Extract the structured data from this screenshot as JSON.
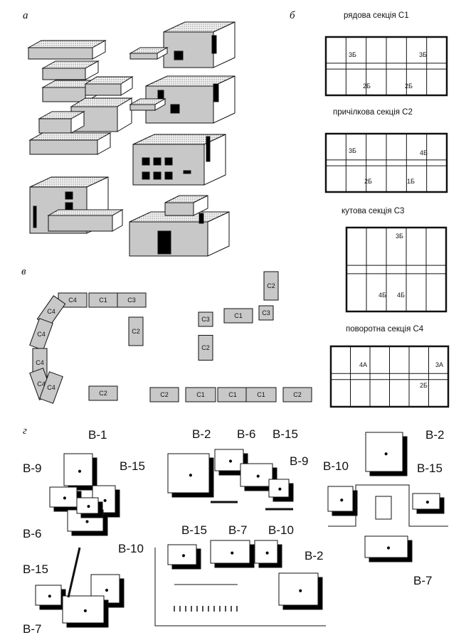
{
  "panels": {
    "a": {
      "letter": "а"
    },
    "b": {
      "letter": "б",
      "c1_caption": "рядова секція С1",
      "c2_caption": "причілкова секція С2",
      "c3_caption": "кутова секція С3",
      "c4_caption": "поворотна секція С4",
      "room_labels": {
        "c1": [
          "3Б",
          "3Б",
          "2Б",
          "2Б"
        ],
        "c2": [
          "3Б",
          "4Б",
          "2Б",
          "1Б"
        ],
        "c3": [
          "3Б",
          "4Б",
          "4Б"
        ],
        "c4": [
          "4А",
          "3А",
          "2Б"
        ]
      }
    },
    "v": {
      "letter": "в",
      "ring_sections": [
        "C4",
        "C1",
        "C3",
        "C2",
        "C4",
        "C4",
        "C4",
        "C4",
        "C4",
        "C2"
      ],
      "corner_sections": [
        "C2",
        "C3",
        "C1",
        "C3",
        "C2"
      ],
      "row_sections": [
        "C2",
        "C1",
        "C1",
        "C1",
        "C2"
      ]
    },
    "g": {
      "letter": "г",
      "group1": [
        "В-1",
        "В-9",
        "В-15",
        "В-6"
      ],
      "group2": [
        "В-2",
        "В-6",
        "В-15",
        "В-9"
      ],
      "group3": [
        "В-2",
        "В-10",
        "В-15",
        "В-7"
      ],
      "group4": [
        "В-15",
        "В-10",
        "В-7"
      ],
      "group5": [
        "В-15",
        "В-7",
        "В-10",
        "В-2"
      ]
    }
  },
  "colors": {
    "fill_gray": "#c8c8c8",
    "shadow": "#000000",
    "line": "#111111"
  }
}
